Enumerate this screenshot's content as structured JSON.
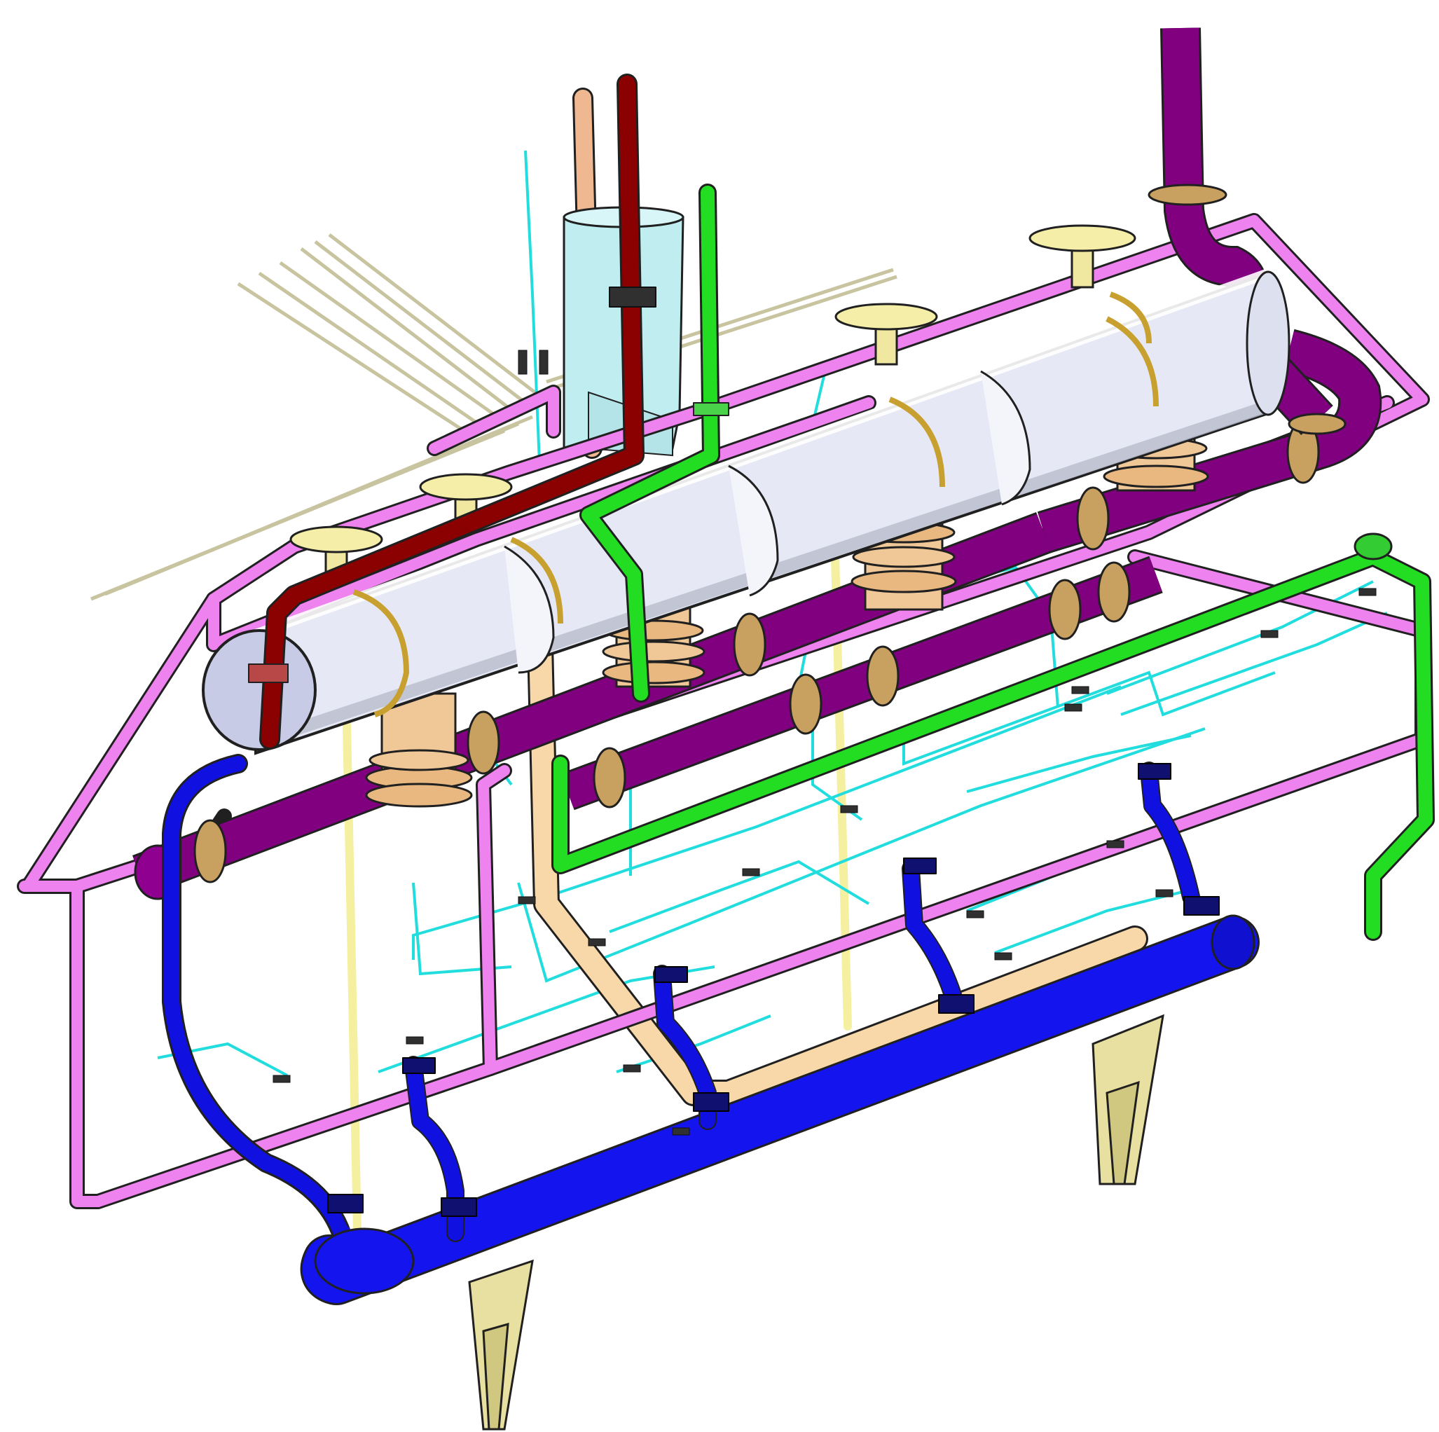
{
  "scene": {
    "background": "#ffffff"
  },
  "colors": {
    "frame_pink": "#ee82ee",
    "main_shell": "#e6e9f5",
    "shell_band": "#c8a030",
    "purple_pipe": "#800080",
    "blue_pipe": "#1010e0",
    "green_pipe": "#22dd22",
    "red_pipe": "#8b0000",
    "salmon_pipe": "#f0b890",
    "cyan_line": "#22dddd",
    "yellow_rod": "#f5f0a0",
    "light_cyan_duct": "#c0eef0",
    "support_olive": "#e8e0a0",
    "flange_tan": "#f0c898",
    "wire_cream": "#e0dcc0",
    "outline": "#202020"
  },
  "components": {
    "frame": "pink-support-frame",
    "shell": "main-cylindrical-vessel",
    "purple_lines": [
      "purple-pipe-upper",
      "purple-pipe-lower"
    ],
    "blue_line": "blue-drain-header",
    "green_line": "green-pipe",
    "red_line": "red-pipe",
    "salmon_line": "salmon-pipe",
    "supports": [
      "support-leg-left",
      "support-leg-right"
    ],
    "nozzles": [
      "nozzle-1",
      "nozzle-2",
      "nozzle-3",
      "nozzle-4"
    ]
  }
}
